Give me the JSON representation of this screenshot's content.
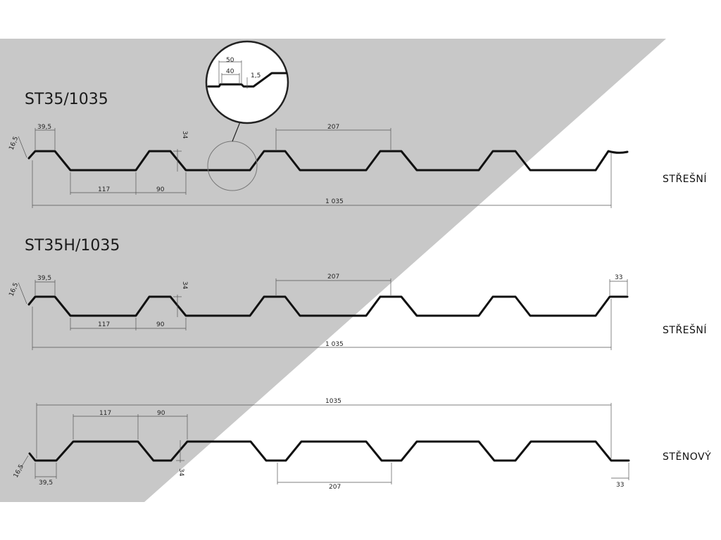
{
  "profiles": [
    {
      "title": "ST35/1035",
      "type_label": "STŘEŠNÍ",
      "dims": {
        "edge": "16,5",
        "flange": "39,5",
        "height": "34",
        "trough": "117",
        "rib": "90",
        "pitch": "207",
        "total": "1 035"
      }
    },
    {
      "title": "ST35H/1035",
      "type_label": "STŘEŠNÍ",
      "dims": {
        "edge": "16,5",
        "flange": "39,5",
        "height": "34",
        "trough": "117",
        "rib": "90",
        "pitch": "207",
        "total": "1 035",
        "end": "33"
      }
    },
    {
      "title": "",
      "type_label": "STĚNOVÝ",
      "dims": {
        "edge": "16,5",
        "flange": "39,5",
        "height": "34",
        "trough": "117",
        "rib": "90",
        "pitch": "207",
        "total": "1035",
        "end": "33"
      }
    }
  ],
  "detail": {
    "outer": "50",
    "inner": "40",
    "depth": "1,5"
  },
  "colors": {
    "shade": "#c8c8c8",
    "profile": "#111111",
    "dimension": "#555555"
  }
}
